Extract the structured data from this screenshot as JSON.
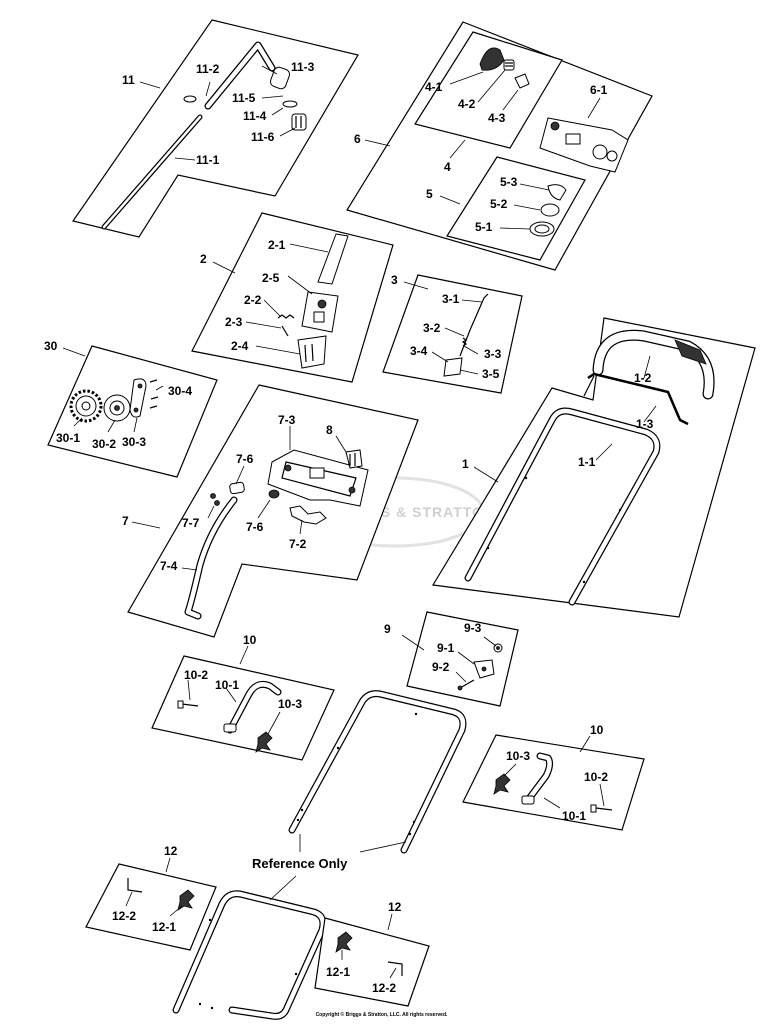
{
  "diagram": {
    "watermark": "BRIGGS & STRATTON",
    "reference_label": "Reference Only",
    "copyright": "Copyright © Briggs & Stratton, LLC. All rights reserved."
  },
  "groups": {
    "g11": "11",
    "g6": "6",
    "g4": "4",
    "g5": "5",
    "g2": "2",
    "g3": "3",
    "g30": "30",
    "g7": "7",
    "g1": "1",
    "g9": "9",
    "g10a": "10",
    "g10b": "10",
    "g12a": "12",
    "g12b": "12"
  },
  "parts": {
    "p11_1": "11-1",
    "p11_2": "11-2",
    "p11_3": "11-3",
    "p11_4": "11-4",
    "p11_5": "11-5",
    "p11_6": "11-6",
    "p4_1": "4-1",
    "p4_2": "4-2",
    "p4_3": "4-3",
    "p5_1": "5-1",
    "p5_2": "5-2",
    "p5_3": "5-3",
    "p6_1": "6-1",
    "p2_1": "2-1",
    "p2_2": "2-2",
    "p2_3": "2-3",
    "p2_4": "2-4",
    "p2_5": "2-5",
    "p3_1": "3-1",
    "p3_2": "3-2",
    "p3_3": "3-3",
    "p3_4": "3-4",
    "p3_5": "3-5",
    "p30_1": "30-1",
    "p30_2": "30-2",
    "p30_3": "30-3",
    "p30_4": "30-4",
    "p7_2": "7-2",
    "p7_3": "7-3",
    "p7_4": "7-4",
    "p7_6a": "7-6",
    "p7_6b": "7-6",
    "p7_7": "7-7",
    "p8": "8",
    "p1_1": "1-1",
    "p1_2": "1-2",
    "p1_3": "1-3",
    "p9_1": "9-1",
    "p9_2": "9-2",
    "p9_3": "9-3",
    "p10a_1": "10-1",
    "p10a_2": "10-2",
    "p10a_3": "10-3",
    "p10b_1": "10-1",
    "p10b_2": "10-2",
    "p10b_3": "10-3",
    "p12a_1": "12-1",
    "p12a_2": "12-2",
    "p12b_1": "12-1",
    "p12b_2": "12-2"
  }
}
